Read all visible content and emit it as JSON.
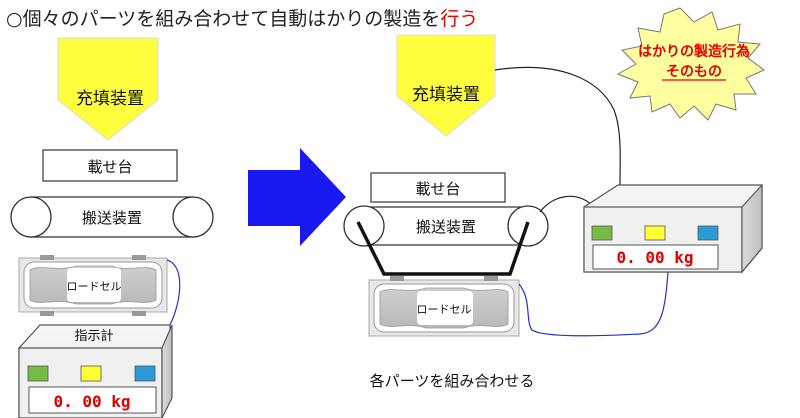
{
  "title": {
    "prefix": "○個々のパーツを組み合わせて自動はかりの製造を",
    "highlight": "行う"
  },
  "left": {
    "filling_device": "充填装置",
    "platform": "載せ台",
    "conveyor": "搬送装置",
    "load_cell": "ロードセル",
    "indicator_label": "指示計",
    "display": "0. 00 kg"
  },
  "right": {
    "filling_device": "充填装置",
    "platform": "載せ台",
    "conveyor": "搬送装置",
    "load_cell": "ロードセル",
    "display": "0. 00 kg"
  },
  "callout": {
    "line1": "はかりの製造行為",
    "line2": "そのもの"
  },
  "caption": "各パーツを組み合わせる",
  "colors": {
    "arrow_blue": "#1a1af0",
    "chevron_yellow": "#ffff40",
    "starburst_yellow": "#ffffa0",
    "callout_red": "#e60000",
    "display_red": "#e00000",
    "button_green": "#77bb44",
    "button_yellow": "#ffff33",
    "button_blue": "#2b9ad6"
  }
}
